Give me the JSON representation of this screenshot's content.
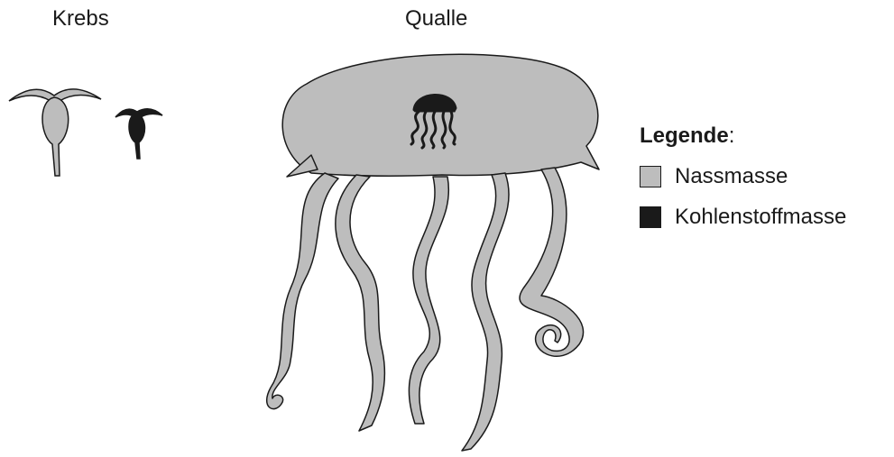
{
  "titles": {
    "crab": "Krebs",
    "jellyfish": "Qualle"
  },
  "legend": {
    "heading": "Legende",
    "heading_suffix": ":",
    "items": [
      {
        "label": "Nassmasse",
        "color": "#bdbdbd"
      },
      {
        "label": "Kohlenstoffmasse",
        "color": "#1a1a1a"
      }
    ]
  },
  "colors": {
    "wet_mass": "#bdbdbd",
    "carbon_mass": "#1a1a1a",
    "outline": "#1a1a1a"
  }
}
